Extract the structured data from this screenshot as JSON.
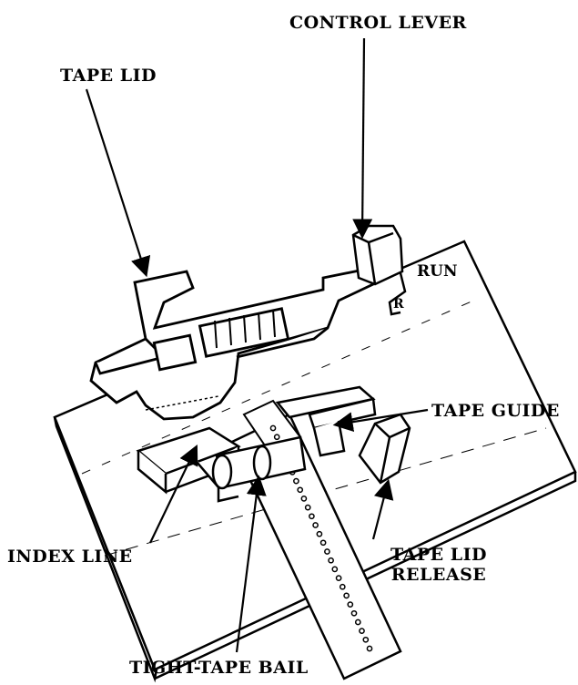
{
  "labels": {
    "control_lever": "CONTROL LEVER",
    "tape_lid": "TAPE LID",
    "run": "RUN",
    "r_mark": "R",
    "tape_guide": "TAPE GUIDE",
    "index_line": "INDEX LINE",
    "tape_lid_release_1": "TAPE LID",
    "tape_lid_release_2": "RELEASE",
    "tight_tape_bail": "TIGHT-TAPE BAIL"
  },
  "colors": {
    "ink": "#000000",
    "paper": "#ffffff"
  }
}
